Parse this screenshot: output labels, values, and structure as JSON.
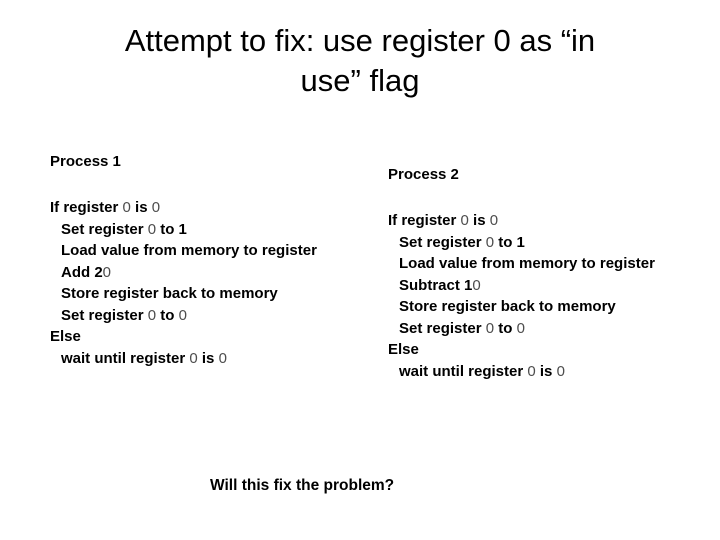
{
  "title": {
    "lines": [
      "Attempt to fix: use register 0 as “in",
      "use” flag"
    ]
  },
  "columns": [
    {
      "heading": "Process 1",
      "lines": [
        {
          "text": "If register 0 is 0",
          "indent": 0
        },
        {
          "text": "Set register 0 to 1",
          "indent": 1
        },
        {
          "text": "Load value from memory to register",
          "indent": 1
        },
        {
          "text": "Add 20",
          "indent": 1
        },
        {
          "text": "Store register back to memory",
          "indent": 1
        },
        {
          "text": "Set register 0 to 0",
          "indent": 1
        },
        {
          "text": "Else",
          "indent": 0
        },
        {
          "text": "wait until register 0 is 0",
          "indent": 1
        }
      ]
    },
    {
      "heading": "Process 2",
      "lines": [
        {
          "text": "If register 0 is 0",
          "indent": 0
        },
        {
          "text": "Set register 0 to 1",
          "indent": 1
        },
        {
          "text": "Load value from memory to register",
          "indent": 1
        },
        {
          "text": "Subtract 10",
          "indent": 1
        },
        {
          "text": "Store register back to memory",
          "indent": 1
        },
        {
          "text": "Set register 0 to 0",
          "indent": 1
        },
        {
          "text": "Else",
          "indent": 0
        },
        {
          "text": "wait until register 0 is 0",
          "indent": 1
        }
      ]
    }
  ],
  "footer": {
    "question": "Will this fix the problem?"
  },
  "colors": {
    "background": "#ffffff",
    "text": "#000000",
    "zero_digit": "#4d4d4d"
  }
}
